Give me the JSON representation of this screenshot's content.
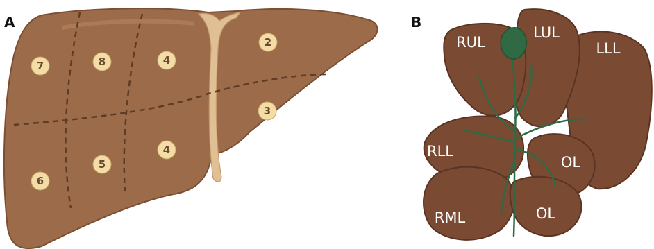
{
  "panels": {
    "a": {
      "letter": "A",
      "segments": [
        "7",
        "8",
        "4",
        "2",
        "3",
        "6",
        "5",
        "4"
      ]
    },
    "b": {
      "letter": "B",
      "lobes": [
        "RUL",
        "LUL",
        "LLL",
        "RLL",
        "OL",
        "RML",
        "OL"
      ]
    }
  },
  "colors": {
    "human_liver": "#9c6b4a",
    "lobe_fill": "#7a4a33",
    "segment_badge": "#f3dca6",
    "gallbladder_and_ducts": "#2f6a45",
    "ligament": "#e0bf94"
  }
}
